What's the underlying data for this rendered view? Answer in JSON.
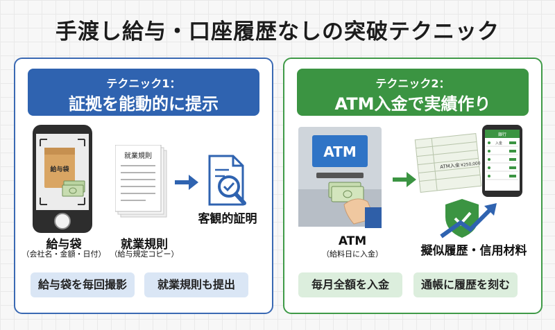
{
  "title": "手渡し給与・口座履歴なしの突破テクニック",
  "left": {
    "banner_sub": "テクニック1：",
    "banner_main": "証拠を能動的に提示",
    "envelope_text": "給与袋",
    "doc_text": "就業規則",
    "envelope_label": "給与袋",
    "envelope_sub": "（会社名・金額・日付）",
    "doc_label": "就業規則",
    "doc_sub": "（給与規定コピー）",
    "result_label": "客観的証明",
    "pill1": "給与袋を毎回撮影",
    "pill2": "就業規則も提出",
    "accent": "#2f63b0"
  },
  "right": {
    "banner_sub": "テクニック2：",
    "banner_main": "ATM入金で実績作り",
    "atm_screen": "ATM",
    "passbook_entry": "ATM入金",
    "passbook_amount": "¥250,000",
    "phone_header": "銀行",
    "phone_row_label": "入金",
    "atm_label": "ATM",
    "atm_sub": "（給料日に入金）",
    "result_label": "擬似履歴・信用材料",
    "pill1": "毎月全額を入金",
    "pill2": "通帳に履歴を刻む",
    "accent": "#3b9442"
  },
  "icons": [
    "smartphone-camera-icon",
    "envelope-icon",
    "cash-icon",
    "document-icon",
    "arrow-right-icon",
    "magnifier-check-icon",
    "atm-icon",
    "hand-cash-icon",
    "passbook-icon",
    "phone-app-icon",
    "shield-check-icon",
    "trend-arrow-icon"
  ]
}
